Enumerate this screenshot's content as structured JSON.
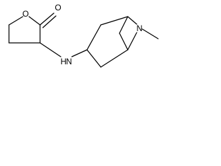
{
  "molecule": {
    "atoms": {
      "carbonyl_oxygen": "O",
      "ring_oxygen": "O",
      "amine_nitrogen": "N",
      "amine_hydrogen": "H",
      "bridge_nitrogen": "N"
    }
  }
}
